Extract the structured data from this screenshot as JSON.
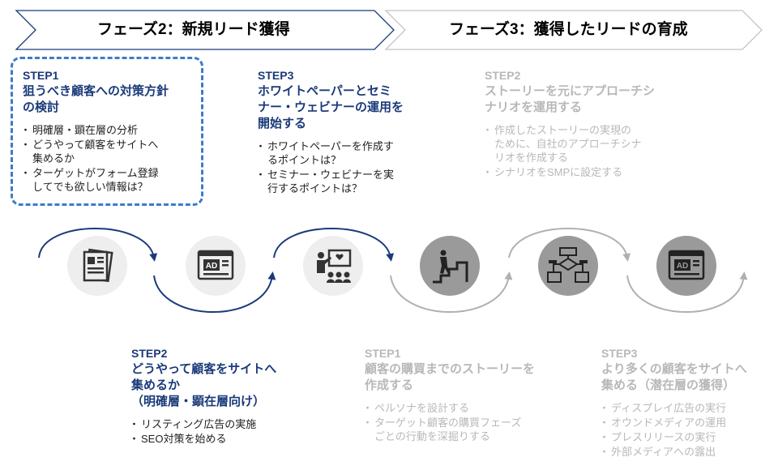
{
  "phases": [
    {
      "title": "フェーズ2：新規リード獲得",
      "color": "#1a3a7a"
    },
    {
      "title": "フェーズ3：獲得したリードの育成",
      "color": "#b8b8b8"
    }
  ],
  "phase2_steps": {
    "step1": {
      "label": "STEP1",
      "heading_lines": [
        "狙うべき顧客への対策方針",
        "の検討"
      ],
      "bullets": [
        [
          "明確層・顕在層の分析"
        ],
        [
          "どうやって顧客をサイトへ",
          "集めるか"
        ],
        [
          "ターゲットがフォーム登録",
          "してでも欲しい情報は？"
        ]
      ]
    },
    "step2": {
      "label": "STEP2",
      "heading_lines": [
        "どうやって顧客をサイトへ",
        "集めるか",
        "（明確層・顕在層向け）"
      ],
      "bullets": [
        [
          "リスティング広告の実施"
        ],
        [
          "SEO対策を始める"
        ]
      ]
    },
    "step3": {
      "label": "STEP3",
      "heading_lines": [
        "ホワイトペーパーとセミ",
        "ナー・ウェビナーの運用を",
        "開始する"
      ],
      "bullets": [
        [
          "ホワイトペーパーを作成す",
          "るポイントは？"
        ],
        [
          "セミナー・ウェビナーを実",
          "行するポイントは？"
        ]
      ]
    }
  },
  "phase3_steps": {
    "step1": {
      "label": "STEP1",
      "heading_lines": [
        "顧客の購買までのストーリーを",
        "作成する"
      ],
      "bullets": [
        [
          "ペルソナを設計する"
        ],
        [
          "ターゲット顧客の購買フェーズ",
          "ごとの行動を深掘りする"
        ]
      ]
    },
    "step2": {
      "label": "STEP2",
      "heading_lines": [
        "ストーリーを元にアプローチシ",
        "ナリオを運用する"
      ],
      "bullets": [
        [
          "作成したストーリーの実現の",
          "ために、自社のアプローチシナ",
          "リオを作成する"
        ],
        [
          "シナリオをSMPに設定する"
        ]
      ]
    },
    "step3": {
      "label": "STEP3",
      "heading_lines": [
        "より多くの顧客をサイトへ",
        "集める（潜在層の獲得）"
      ],
      "bullets": [
        [
          "ディスプレイ広告の実行"
        ],
        [
          "オウンドメディアの運用"
        ],
        [
          "プレスリリースの実行"
        ],
        [
          "外部メディアへの露出"
        ]
      ]
    }
  },
  "icons": [
    {
      "name": "documents-icon",
      "ad_text": ""
    },
    {
      "name": "ad-window-icon",
      "ad_text": "AD"
    },
    {
      "name": "presentation-icon",
      "ad_text": ""
    },
    {
      "name": "staircase-icon",
      "ad_text": ""
    },
    {
      "name": "flowchart-icon",
      "ad_text": ""
    },
    {
      "name": "ad-window-icon",
      "ad_text": "AD"
    }
  ],
  "colors": {
    "phase2_accent": "#1a3a7a",
    "phase3_gray": "#b8b8b8",
    "selection_border": "#3d7cc9",
    "icon_light_bg": "#eeeeee",
    "icon_dark_bg": "#9a9a9a"
  }
}
